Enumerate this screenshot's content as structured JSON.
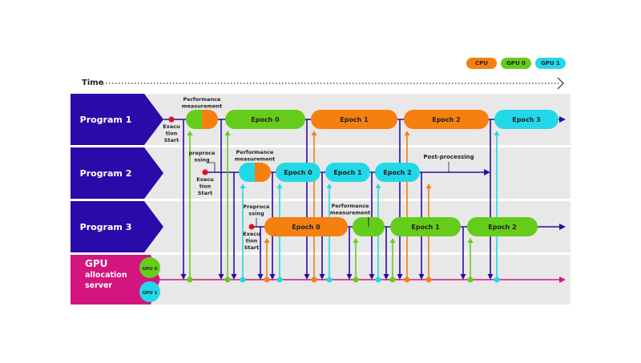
{
  "colors": {
    "cpu": "#f5800f",
    "gpu0": "#66cc1a",
    "gpu1": "#22d8e8",
    "program": "#2a0aa8",
    "server": "#d4157e",
    "execution_dot": "#e01020",
    "lane_bg": "#e8e8e8"
  },
  "legend": [
    {
      "label": "CPU",
      "color": "#f5800f"
    },
    {
      "label": "GPU 0",
      "color": "#66cc1a"
    },
    {
      "label": "GPU 1",
      "color": "#22d8e8"
    }
  ],
  "time_label": "Time",
  "programs": [
    {
      "label": "Program 1"
    },
    {
      "label": "Program 2"
    },
    {
      "label": "Program 3"
    }
  ],
  "server": {
    "label_lines": [
      "GPU",
      "allocation",
      "server"
    ],
    "gpu0_label": "GPU 0",
    "gpu1_label": "GPU 1"
  },
  "annotations": {
    "exec_start": [
      "Execu",
      "tion",
      "Start"
    ],
    "perf_meas": [
      "Performance",
      "measurement"
    ],
    "preproc_p2": [
      "preproce",
      "ssing"
    ],
    "preproc_p3": [
      "Preproce",
      "ssing"
    ],
    "post_processing": "Post-processing"
  },
  "epochs": {
    "p1": [
      "Epoch 0",
      "Epoch 1",
      "Epoch 2",
      "Epoch 3"
    ],
    "p2": [
      "Epoch 0",
      "Epoch 1",
      "Epoch 2"
    ],
    "p3": [
      "Epoch 0",
      "Epoch 1",
      "Epoch 2"
    ]
  }
}
